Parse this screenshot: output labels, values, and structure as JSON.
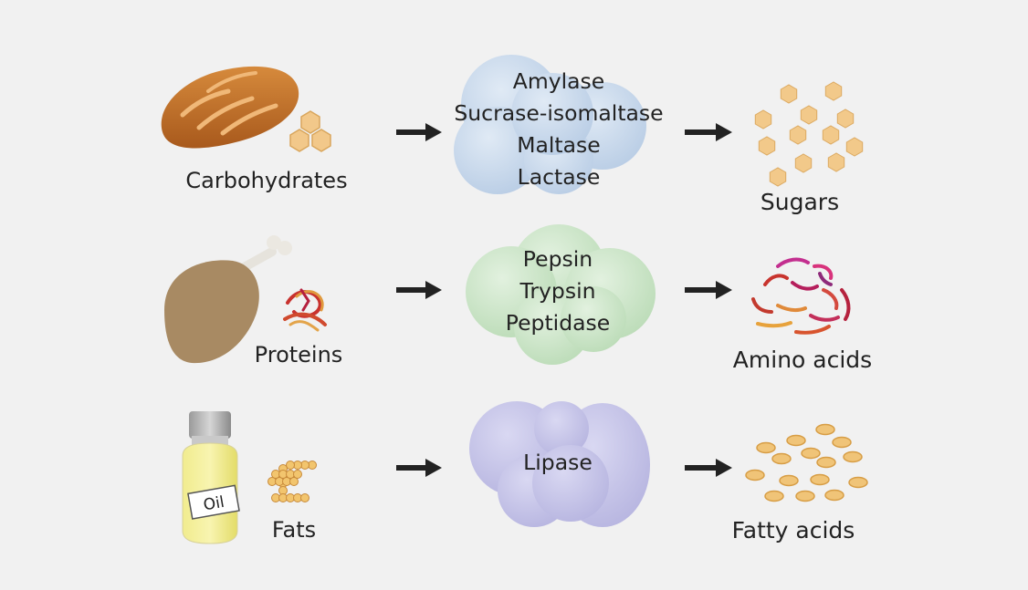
{
  "rows": [
    {
      "food": "Carbohydrates",
      "enzymes": [
        "Amylase",
        "Sucrase-isomaltase",
        "Maltase",
        "Lactase"
      ],
      "product": "Sugars",
      "enzyme_color": "#c5d6ea",
      "food_icon": "bread-icon",
      "molecule_icon": "hexagon-cluster-icon",
      "product_icon": "sugar-hexagons-icon"
    },
    {
      "food": "Proteins",
      "enzymes": [
        "Pepsin",
        "Trypsin",
        "Peptidase"
      ],
      "product": "Amino acids",
      "enzyme_color": "#c9e3c6",
      "food_icon": "drumstick-icon",
      "molecule_icon": "protein-fold-icon",
      "product_icon": "amino-acid-strands-icon"
    },
    {
      "food": "Fats",
      "enzymes": [
        "Lipase"
      ],
      "product": "Fatty acids",
      "enzyme_color": "#c4c3e6",
      "food_icon": "oil-bottle-icon",
      "molecule_icon": "lipid-chain-icon",
      "product_icon": "fatty-acid-ovals-icon"
    }
  ],
  "oil_label": "Oil",
  "colors": {
    "background": "#f1f1f1",
    "arrow": "#222222",
    "sugar": "#f2c98a",
    "fatty_acid": "#f0c478"
  }
}
